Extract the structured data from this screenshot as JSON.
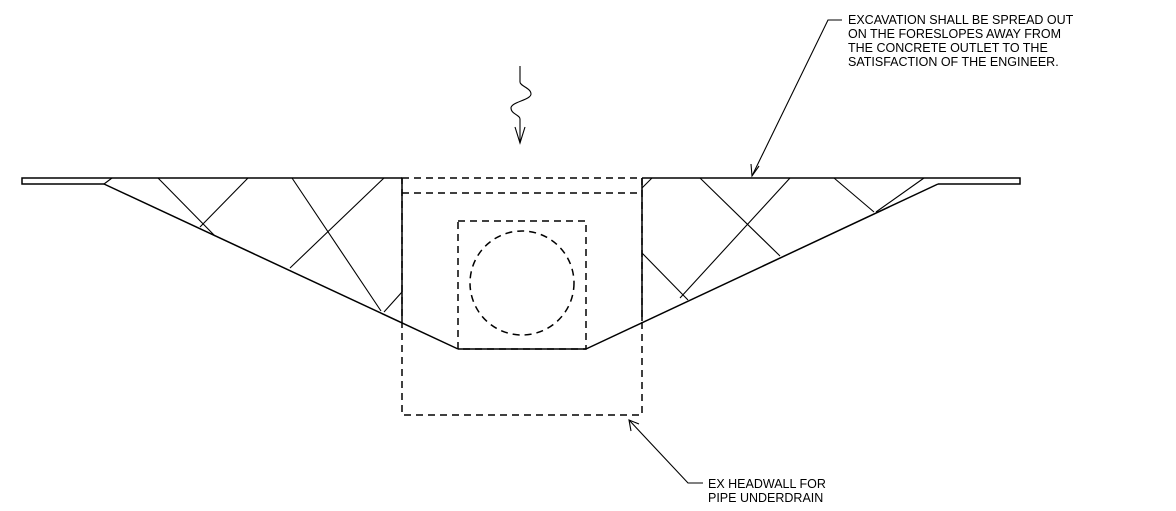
{
  "drawing": {
    "line_color": "#000000",
    "background_color": "#ffffff",
    "flow_arrow_icon": "flow-direction-arrow-icon"
  },
  "notes": {
    "excavation": {
      "lines": [
        "EXCAVATION SHALL BE SPREAD OUT",
        "ON THE FORESLOPES AWAY FROM",
        "THE CONCRETE OUTLET TO THE",
        "SATISFACTION OF THE ENGINEER."
      ]
    },
    "headwall": {
      "lines": [
        "EX HEADWALL FOR",
        "PIPE UNDERDRAIN"
      ]
    }
  }
}
